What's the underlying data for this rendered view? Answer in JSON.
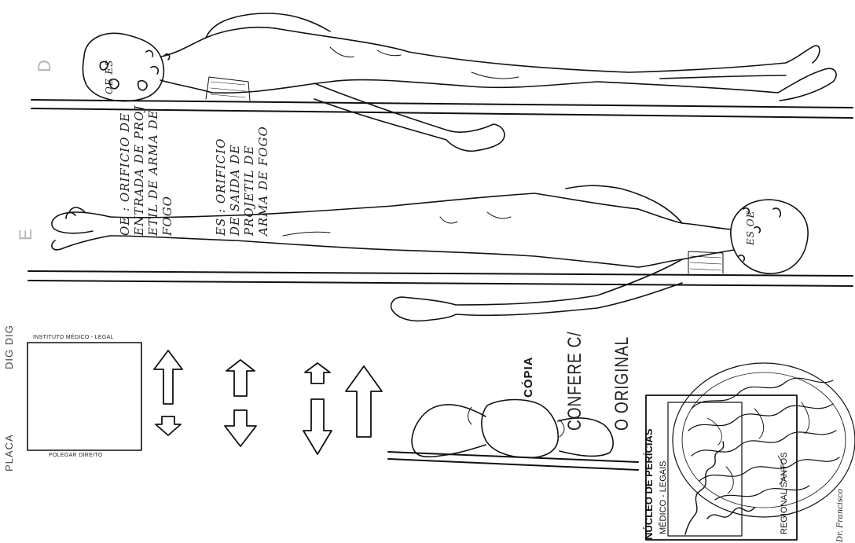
{
  "views": {
    "top_letter": "D",
    "bottom_letter": "E"
  },
  "annotations": {
    "note_1": [
      "OE : ORIFICIO DE",
      "ENTRADA DE PROJ",
      "ETIL DE ARMA DE",
      "FOGO"
    ],
    "note_2": [
      "ES : ORIFICIO",
      "DE SAIDA DE",
      "PROJETIL DE",
      "ARMA DE FOGO"
    ],
    "marks_top_head": "OE ES",
    "marks_bottom_head": "ES OE"
  },
  "form": {
    "box_top_label": "INSTITUTO MÉDICO - LEGAL",
    "box_bottom_label": "POLEGAR DIREITO",
    "cut_off_text_1": "PLACA",
    "cut_off_text_2": "DIG DIG"
  },
  "stamps": {
    "copia": "CÓPIA",
    "confere_line_1": "CONFERE C/",
    "confere_line_2": "O ORIGINAL",
    "nucleo": "NÚCLEO DE PERÍCIAS",
    "medico_legal": "MÉDICO - LEGAIS",
    "regional": "REGIONAL SANTOS",
    "doctor": "Dr. Francisco"
  }
}
